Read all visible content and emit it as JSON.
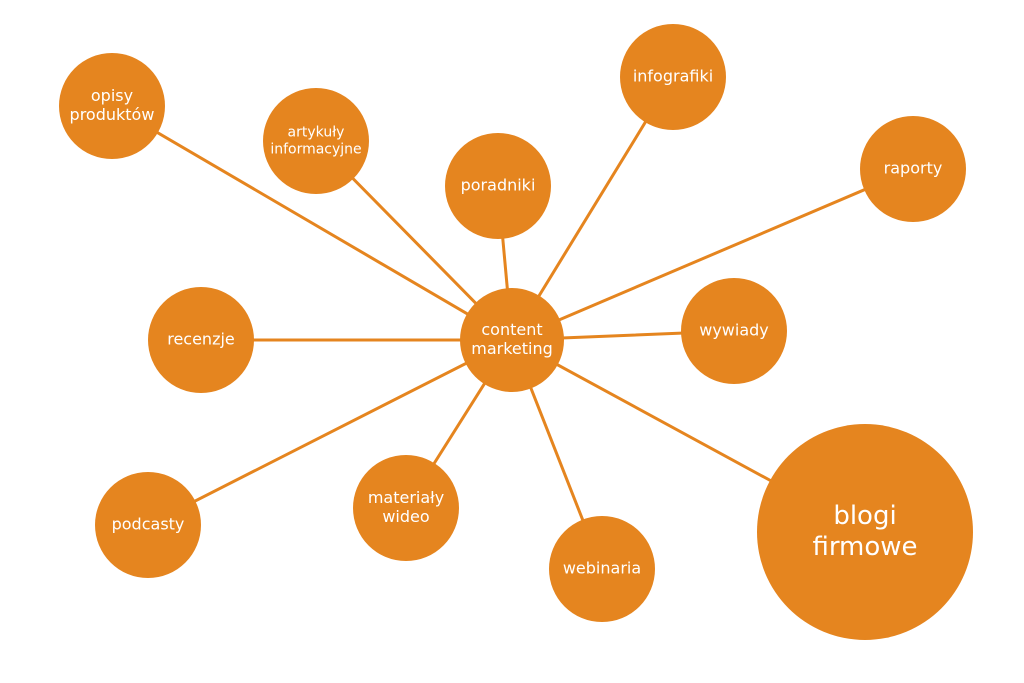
{
  "colors": {
    "node": "#E5851F",
    "edge": "#E5851F",
    "label": "#ffffff",
    "background": "#ffffff"
  },
  "center": {
    "id": "center",
    "lines": [
      "content",
      "marketing"
    ]
  },
  "nodes": [
    {
      "id": "opisy-produktow",
      "lines": [
        "opisy",
        "produktów"
      ]
    },
    {
      "id": "artykuly-informacyjne",
      "lines": [
        "artykuły",
        "informacyjne"
      ]
    },
    {
      "id": "poradniki",
      "lines": [
        "poradniki"
      ]
    },
    {
      "id": "infografiki",
      "lines": [
        "infografiki"
      ]
    },
    {
      "id": "raporty",
      "lines": [
        "raporty"
      ]
    },
    {
      "id": "wywiady",
      "lines": [
        "wywiady"
      ]
    },
    {
      "id": "recenzje",
      "lines": [
        "recenzje"
      ]
    },
    {
      "id": "podcasty",
      "lines": [
        "podcasty"
      ]
    },
    {
      "id": "materialy-wideo",
      "lines": [
        "materiały",
        "wideo"
      ]
    },
    {
      "id": "webinaria",
      "lines": [
        "webinaria"
      ]
    },
    {
      "id": "blogi-firmowe",
      "lines": [
        "blogi",
        "firmowe"
      ]
    }
  ]
}
